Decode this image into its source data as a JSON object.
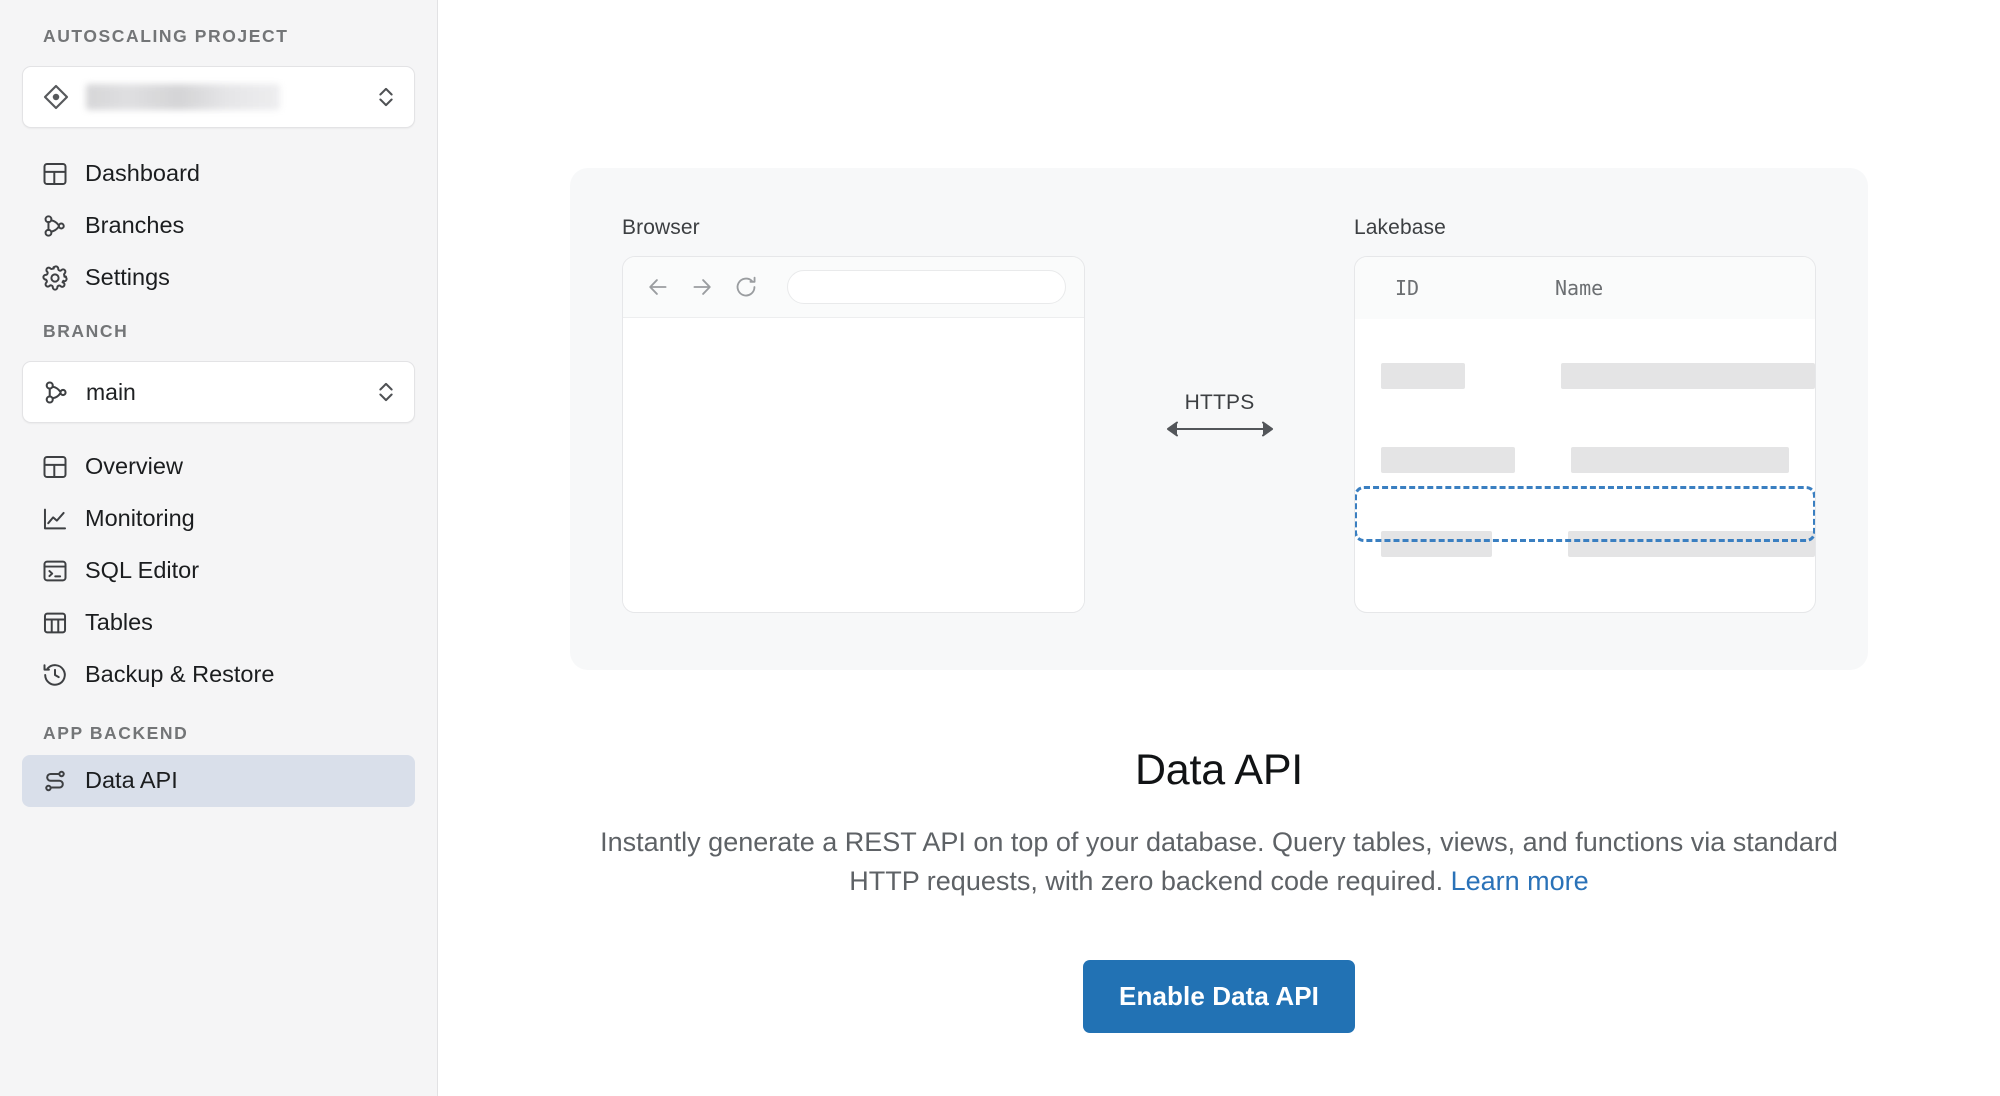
{
  "sidebar": {
    "project_section_label": "AUTOSCALING PROJECT",
    "project_selector": {
      "name": "project-selector",
      "icon": "project-diamond-icon",
      "value": "",
      "redacted": true,
      "chevron": "chevron-up-down-icon"
    },
    "project_nav": [
      {
        "label": "Dashboard",
        "icon": "dashboard-grid-icon",
        "active": false
      },
      {
        "label": "Branches",
        "icon": "branches-icon",
        "active": false
      },
      {
        "label": "Settings",
        "icon": "gear-icon",
        "active": false
      }
    ],
    "branch_section_label": "BRANCH",
    "branch_selector": {
      "name": "branch-selector",
      "icon": "branches-icon",
      "value": "main",
      "chevron": "chevron-up-down-icon"
    },
    "branch_nav": [
      {
        "label": "Overview",
        "icon": "dashboard-grid-icon",
        "active": false
      },
      {
        "label": "Monitoring",
        "icon": "line-chart-icon",
        "active": false
      },
      {
        "label": "SQL Editor",
        "icon": "terminal-icon",
        "active": false
      },
      {
        "label": "Tables",
        "icon": "table-icon",
        "active": false
      },
      {
        "label": "Backup & Restore",
        "icon": "history-clock-icon",
        "active": false
      }
    ],
    "app_backend_section_label": "APP BACKEND",
    "app_backend_nav": [
      {
        "label": "Data API",
        "icon": "route-nodes-icon",
        "active": true
      }
    ]
  },
  "diagram": {
    "browser": {
      "title": "Browser",
      "back_icon": "arrow-left-icon",
      "forward_icon": "arrow-right-icon",
      "reload_icon": "reload-icon",
      "url_value": ""
    },
    "connector": {
      "label": "HTTPS",
      "icon": "double-arrow-icon"
    },
    "lakebase": {
      "title": "Lakebase",
      "columns": [
        "ID",
        "Name"
      ],
      "rows": [
        {
          "id_width": 94,
          "name_width": 286,
          "selected": false
        },
        {
          "id_width": 134,
          "name_width": 218,
          "selected": true
        },
        {
          "id_width": 114,
          "name_width": 255,
          "selected": false
        }
      ]
    }
  },
  "hero": {
    "title": "Data API",
    "description_part1": "Instantly generate a REST API on top of your database. Query tables, views, and functions via standard HTTP requests, with zero backend code required. ",
    "learn_more_label": "Learn more",
    "cta_label": "Enable Data API"
  },
  "colors": {
    "accent_blue": "#2272B4",
    "link_blue": "#2A72B8",
    "selected_nav_bg": "#D9DFEA",
    "dashed_outline": "#3A7FC1",
    "sidebar_bg": "#F5F5F6",
    "diagram_card_bg": "#F7F8F9",
    "placeholder_gray": "#E4E4E5"
  }
}
